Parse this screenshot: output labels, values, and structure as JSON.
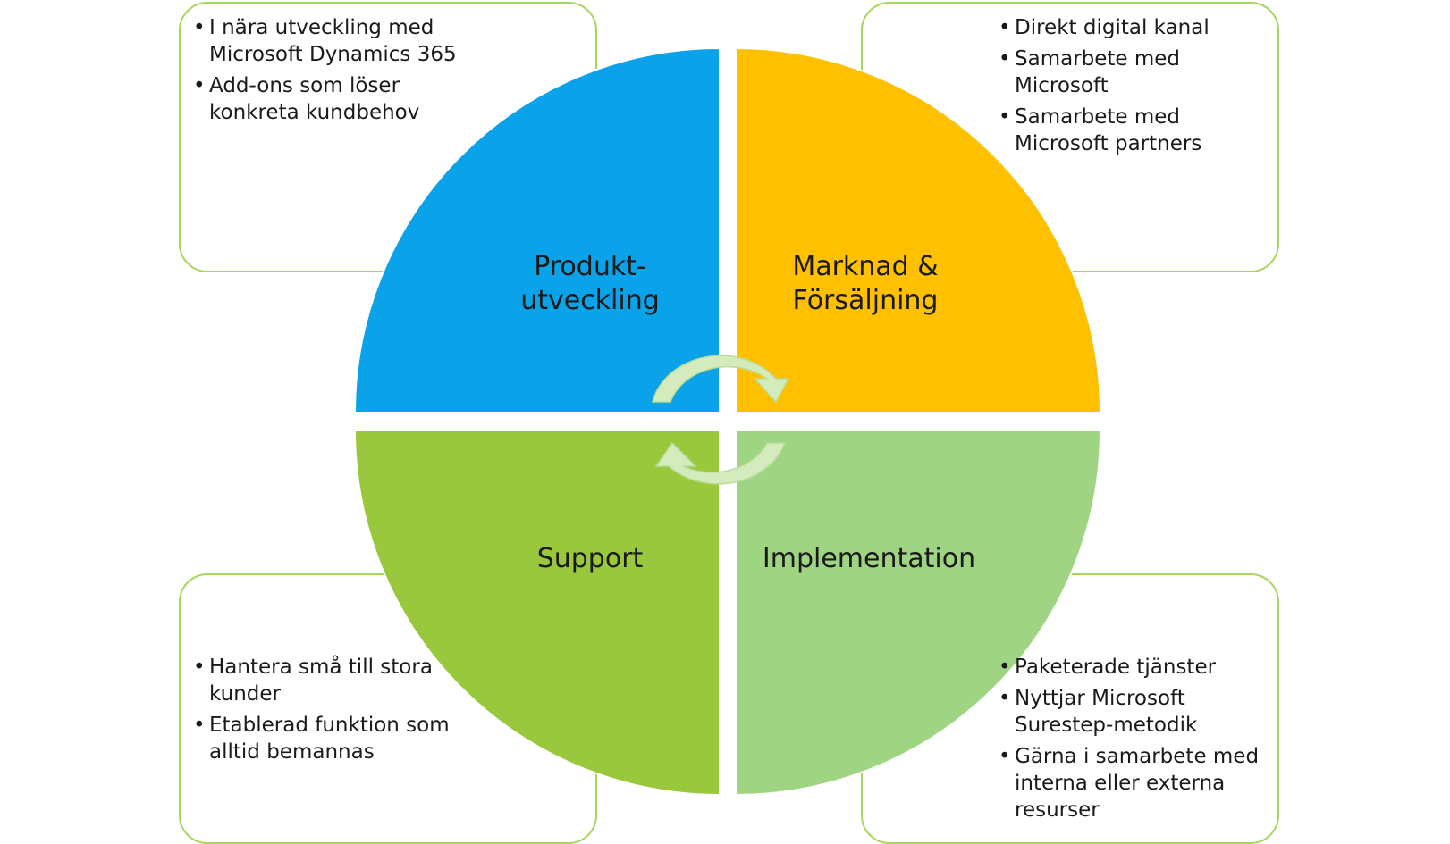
{
  "quadrants": {
    "top_left": {
      "label_line1": "Produkt-",
      "label_line2": "utveckling",
      "color": "#0aa2e8",
      "bullets": [
        "I nära utveckling med Microsoft Dynamics 365",
        "Add-ons som löser konkreta kundbehov"
      ]
    },
    "top_right": {
      "label_line1": "Marknad &",
      "label_line2": "Försäljning",
      "color": "#ffc000",
      "bullets": [
        "Direkt digital kanal",
        "Samarbete med Microsoft",
        "Samarbete med Microsoft partners"
      ]
    },
    "bottom_left": {
      "label_line1": "Support",
      "color": "#9ac83d",
      "bullets": [
        "Hantera små till stora kunder",
        "Etablerad funktion som alltid bemannas"
      ]
    },
    "bottom_right": {
      "label_line1": "Implementation",
      "color": "#9fd483",
      "bullets": [
        "Paketerade tjänster",
        "Nyttjar Microsoft Surestep-metodik",
        "Gärna i samarbete med interna eller externa resurser"
      ]
    }
  },
  "box_border_color": "#a6d65a",
  "arrow_color": "#d4ebbd"
}
